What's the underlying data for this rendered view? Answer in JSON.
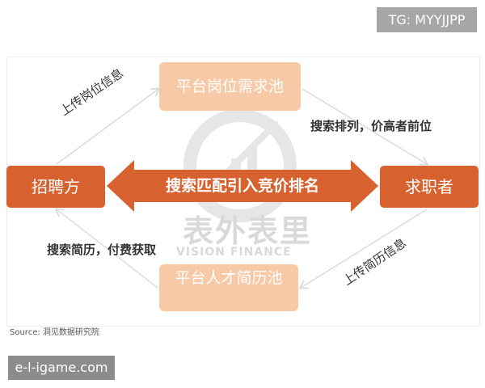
{
  "badges": {
    "telegram": "TG: MYYJJPP",
    "site": "e-l-igame.com"
  },
  "diagram": {
    "nodes": {
      "demand_pool": "平台岗位需求池",
      "resume_pool": "平台人才简历池",
      "recruiter": "招聘方",
      "job_seeker": "求职者"
    },
    "center_arrow": "搜索匹配引入竞价排名",
    "edges": {
      "recruiter_to_demand": "上传岗位信息",
      "demand_to_seeker": "搜索排列，价高者前位",
      "resume_to_recruiter": "搜索简历，付费获取",
      "seeker_to_resume": "上传简历信息"
    },
    "watermark": {
      "main": "表外表里",
      "sub": "VISION FINANCE"
    },
    "colors": {
      "party": "#d8622f",
      "pool": "#f7c9a6",
      "flow_line": "#d9d9d9"
    }
  },
  "source": "Source:  洞见数据研究院"
}
